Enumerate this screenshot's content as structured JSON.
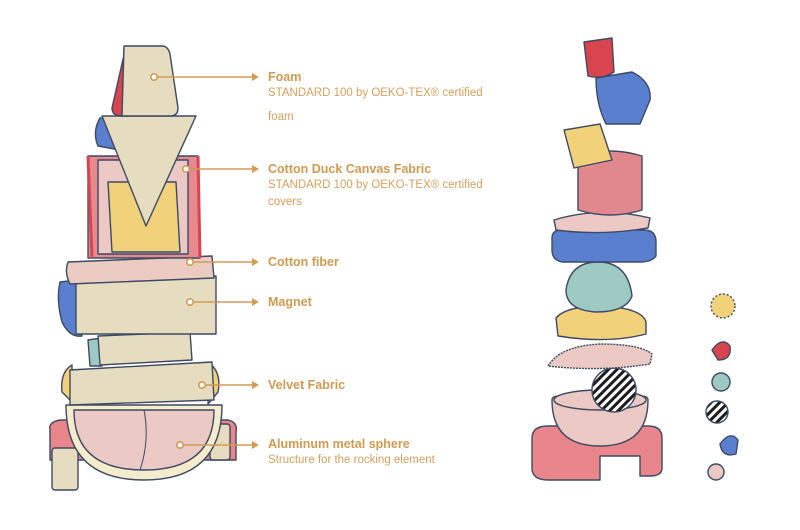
{
  "palette": {
    "accent": "#d29b55",
    "outline": "#3d4a63",
    "cream": "#e6dcc0",
    "yellow": "#f1d27a",
    "red": "#d9454f",
    "blue": "#5b7fcf",
    "pink": "#e78a8f",
    "light_pink": "#ecc9c4",
    "teal": "#9ecac3"
  },
  "labels": [
    {
      "title": "Foam",
      "desc": [
        "STANDARD 100 by OEKO-TEX® certified",
        "foam"
      ]
    },
    {
      "title": "Cotton Duck Canvas Fabric",
      "desc": [
        "STANDARD 100 by OEKO-TEX® certified",
        "covers"
      ]
    },
    {
      "title": "Cotton fiber",
      "desc": []
    },
    {
      "title": "Magnet",
      "desc": []
    },
    {
      "title": "Velvet Fabric",
      "desc": []
    },
    {
      "title": "Aluminum metal sphere",
      "desc": [
        "Structure for the rocking element"
      ]
    }
  ],
  "swatches": [
    "#f1d27a",
    "#d9454f",
    "#9ecac3",
    "stripes",
    "#5b7fcf",
    "#ecc9c4"
  ]
}
